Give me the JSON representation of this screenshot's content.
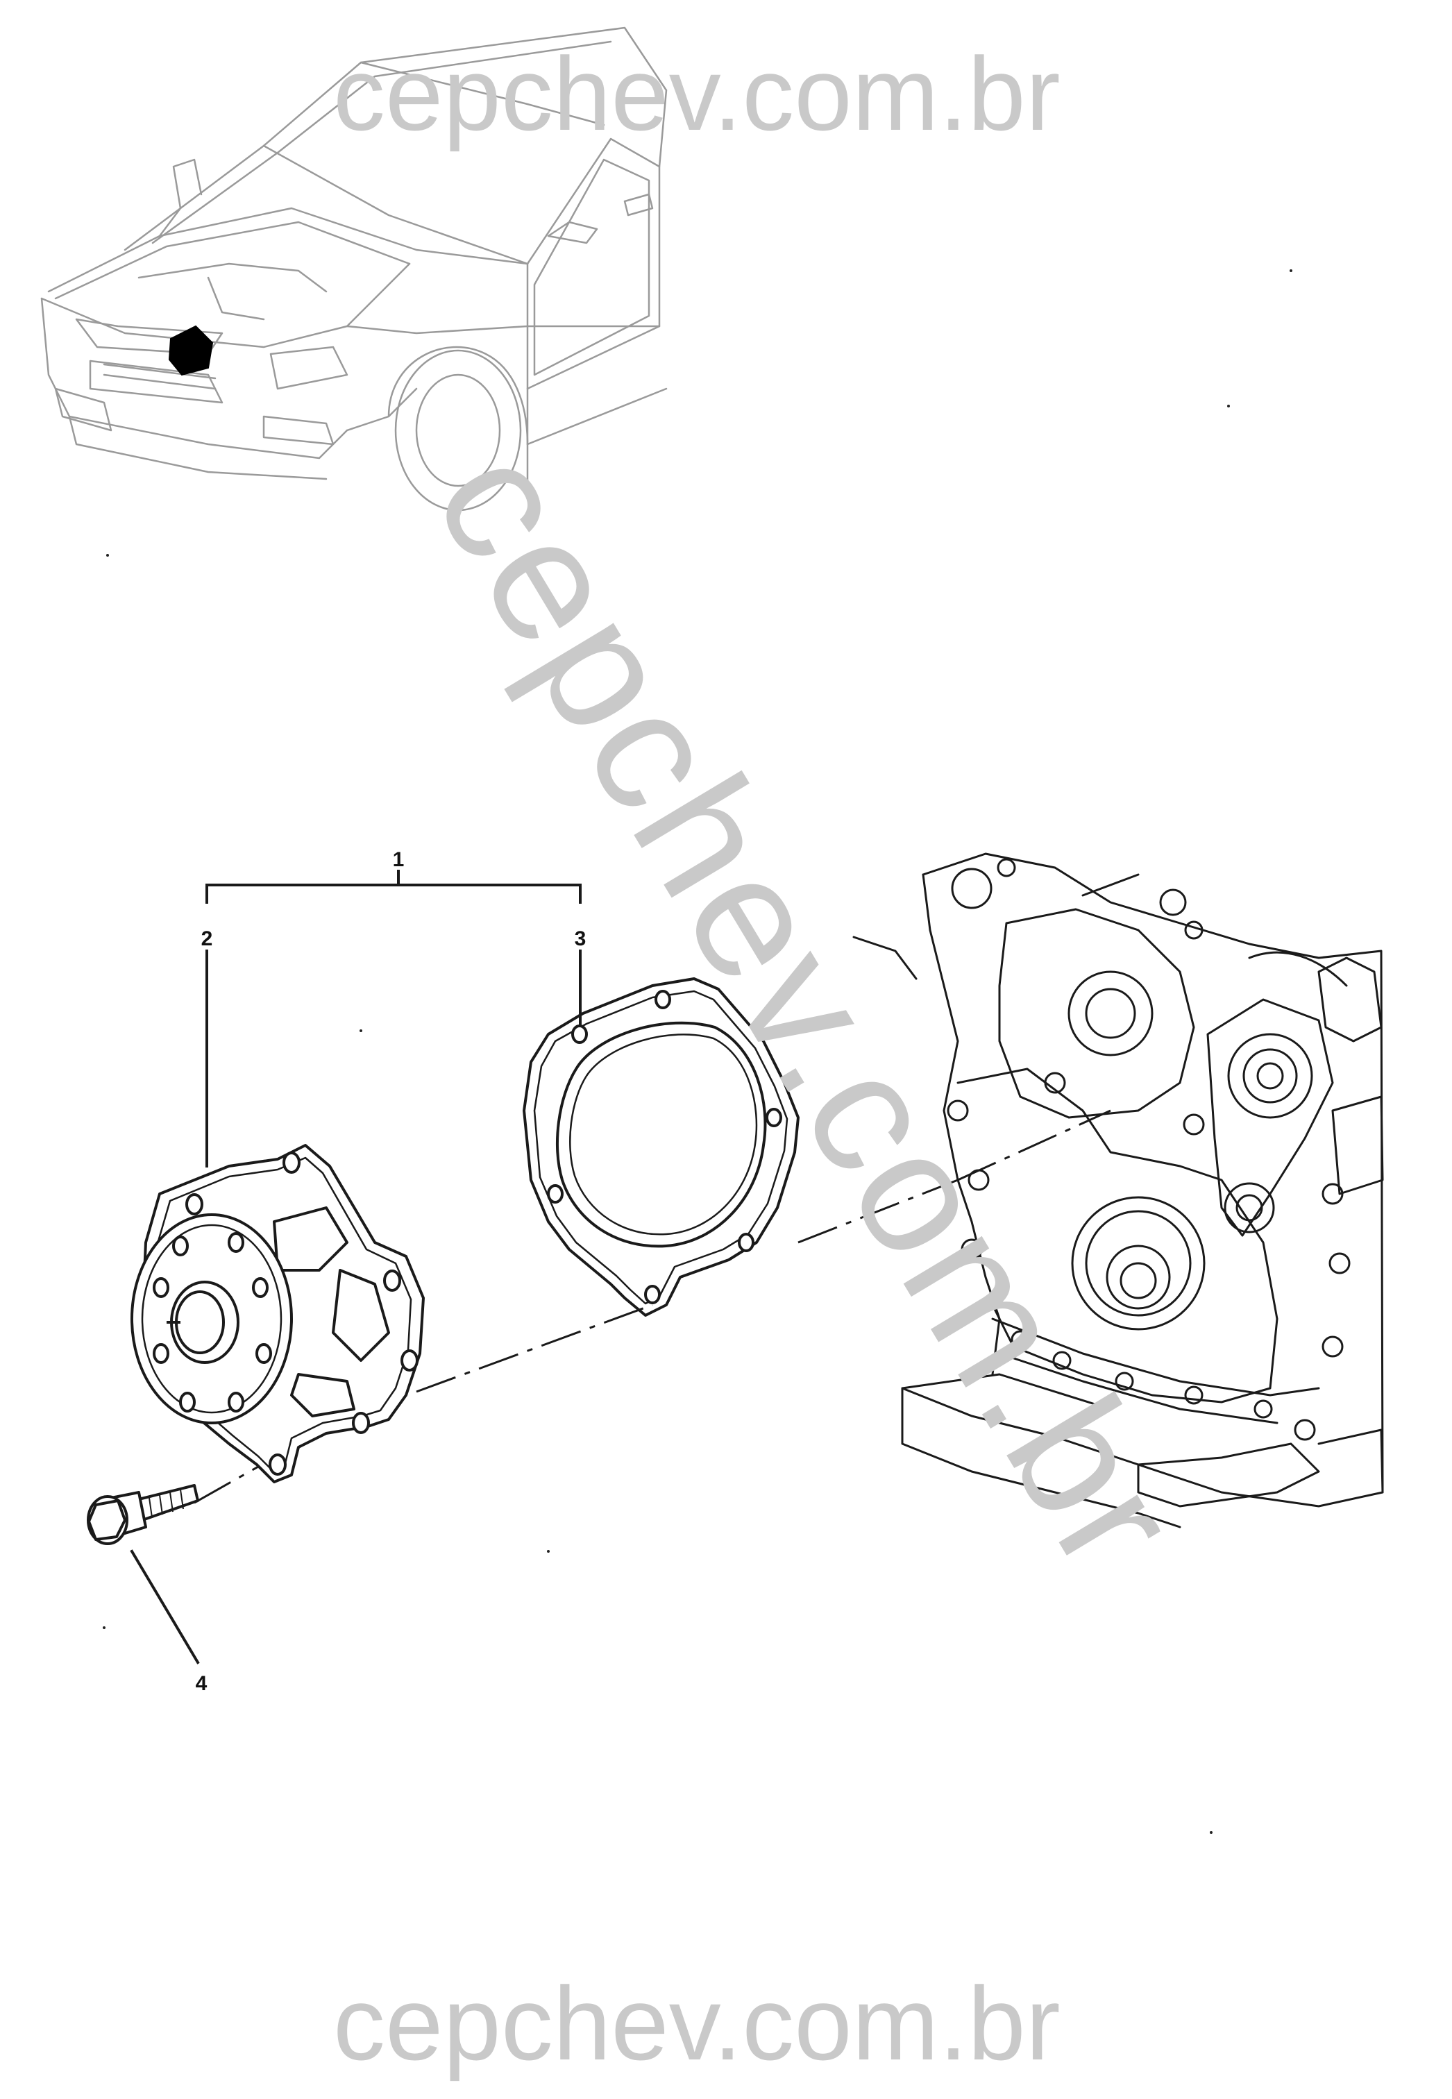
{
  "watermark": {
    "text": "cepchev.com.br",
    "color": "#c9c9c9"
  },
  "callouts": {
    "assembly": "1",
    "water_pump": "2",
    "gasket": "3",
    "bolt": "4"
  },
  "highlight": {
    "location_marker_color": "#000000"
  },
  "line_color": "#1a1a1a"
}
